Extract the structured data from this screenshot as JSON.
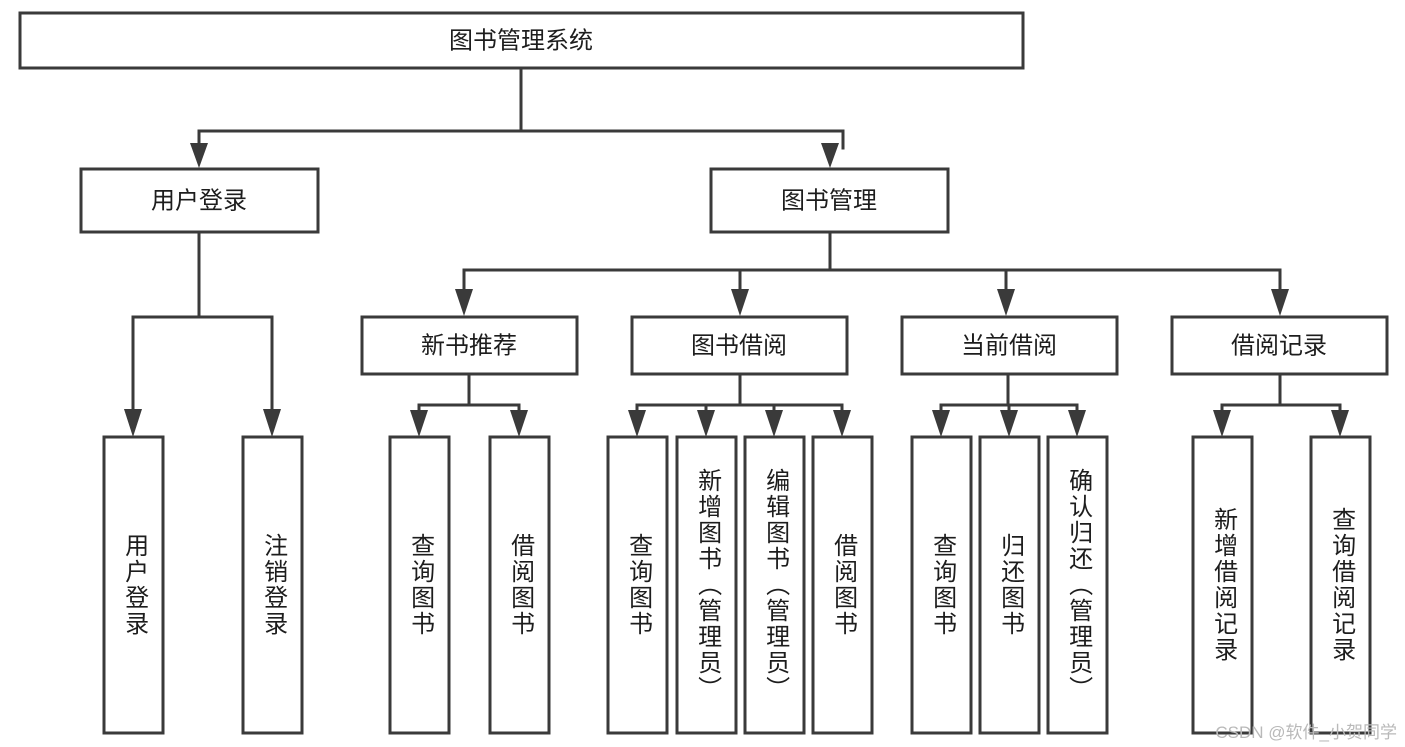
{
  "diagram": {
    "type": "hierarchy-tree",
    "title": "图书管理系统",
    "watermark": "CSDN @软件_小贺同学",
    "colors": {
      "stroke": "#3a3a3a",
      "fill": "#ffffff",
      "text": "#1d1d1d",
      "watermark": "#b9b9b9"
    },
    "levels": {
      "root": "图书管理系统",
      "level2": [
        "用户登录",
        "图书管理"
      ],
      "level3": [
        "新书推荐",
        "图书借阅",
        "当前借阅",
        "借阅记录"
      ]
    },
    "nodes": {
      "root": {
        "label": "图书管理系统"
      },
      "user_login": {
        "label": "用户登录"
      },
      "book_manage": {
        "label": "图书管理"
      },
      "new_book_rec": {
        "label": "新书推荐"
      },
      "book_borrow": {
        "label": "图书借阅"
      },
      "current_borrow": {
        "label": "当前借阅"
      },
      "borrow_record": {
        "label": "借阅记录"
      },
      "leaf_user_login": {
        "label": "用户登录"
      },
      "leaf_logout": {
        "label": "注销登录"
      },
      "leaf_query_book_1": {
        "label": "查询图书"
      },
      "leaf_borrow_book_1": {
        "label": "借阅图书"
      },
      "leaf_query_book_2": {
        "label": "查询图书"
      },
      "leaf_add_book": {
        "label": "新增图书（管理员）"
      },
      "leaf_edit_book": {
        "label": "编辑图书（管理员）"
      },
      "leaf_borrow_book_2": {
        "label": "借阅图书"
      },
      "leaf_query_book_3": {
        "label": "查询图书"
      },
      "leaf_return_book": {
        "label": "归还图书"
      },
      "leaf_confirm_return": {
        "label": "确认归还（管理员）"
      },
      "leaf_add_record": {
        "label": "新增借阅记录"
      },
      "leaf_query_record": {
        "label": "查询借阅记录"
      }
    },
    "edges": [
      {
        "from": "root",
        "to": "user_login"
      },
      {
        "from": "root",
        "to": "book_manage"
      },
      {
        "from": "user_login",
        "to": "leaf_user_login"
      },
      {
        "from": "user_login",
        "to": "leaf_logout"
      },
      {
        "from": "book_manage",
        "to": "new_book_rec"
      },
      {
        "from": "book_manage",
        "to": "book_borrow"
      },
      {
        "from": "book_manage",
        "to": "current_borrow"
      },
      {
        "from": "book_manage",
        "to": "borrow_record"
      },
      {
        "from": "new_book_rec",
        "to": "leaf_query_book_1"
      },
      {
        "from": "new_book_rec",
        "to": "leaf_borrow_book_1"
      },
      {
        "from": "book_borrow",
        "to": "leaf_query_book_2"
      },
      {
        "from": "book_borrow",
        "to": "leaf_add_book"
      },
      {
        "from": "book_borrow",
        "to": "leaf_edit_book"
      },
      {
        "from": "book_borrow",
        "to": "leaf_borrow_book_2"
      },
      {
        "from": "current_borrow",
        "to": "leaf_query_book_3"
      },
      {
        "from": "current_borrow",
        "to": "leaf_return_book"
      },
      {
        "from": "current_borrow",
        "to": "leaf_confirm_return"
      },
      {
        "from": "borrow_record",
        "to": "leaf_add_record"
      },
      {
        "from": "borrow_record",
        "to": "leaf_query_record"
      }
    ]
  }
}
